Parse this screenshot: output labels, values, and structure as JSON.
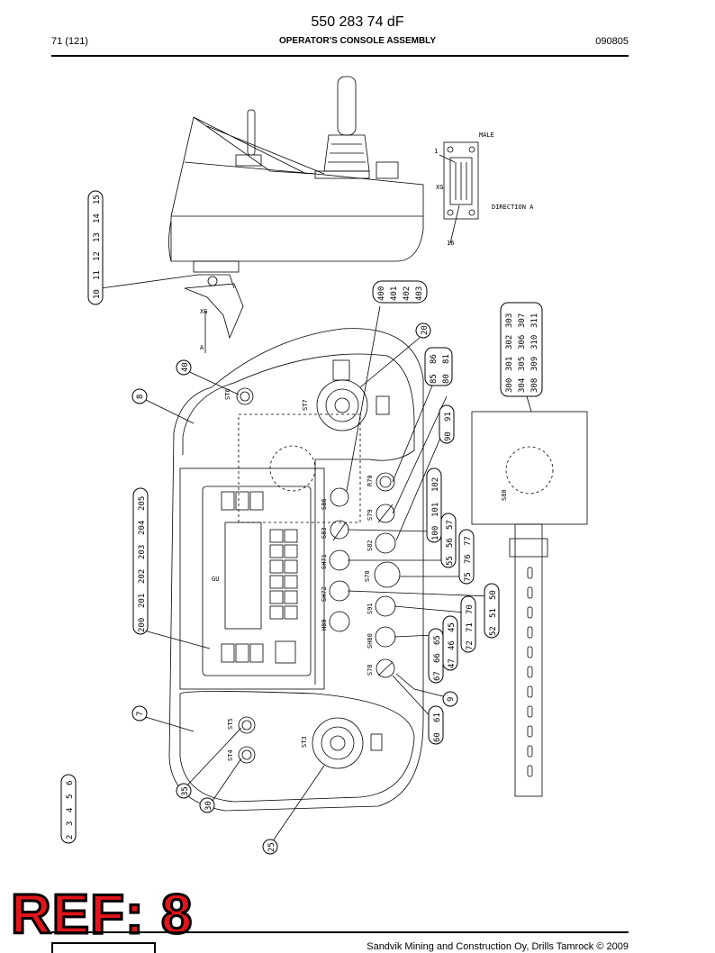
{
  "header": {
    "doc_number": "550 283 74 dF",
    "page_ref": "71 (121)",
    "title": "OPERATOR'S CONSOLE ASSEMBLY",
    "date": "090805"
  },
  "drawing": {
    "labels": {
      "xg_view": "XG",
      "arrow_a": "A",
      "direction": "DIRECTION A",
      "pin_1": "1",
      "pin_16": "16",
      "male": "MALE",
      "gu": "GU",
      "s80": "S80"
    },
    "balloon_groups": {
      "g10": [
        "10",
        "11",
        "12",
        "13",
        "14",
        "15"
      ],
      "g400": [
        "400",
        "401",
        "402",
        "403"
      ],
      "g300": [
        "300",
        "301",
        "302",
        "303"
      ],
      "g304": [
        "304",
        "305",
        "306",
        "307"
      ],
      "g308": [
        "308",
        "309",
        "310",
        "311"
      ],
      "g200": [
        "200",
        "201",
        "202",
        "203",
        "204",
        "205"
      ],
      "g2": [
        "2",
        "3",
        "4",
        "5",
        "6"
      ],
      "g85": [
        "85",
        "86"
      ],
      "g80": [
        "80",
        "81"
      ],
      "g90": [
        "90",
        "91"
      ],
      "g100": [
        "100",
        "101",
        "102"
      ],
      "g55": [
        "55",
        "56",
        "57"
      ],
      "g75": [
        "75",
        "76",
        "77"
      ],
      "g50": [
        "50",
        "51",
        "52"
      ],
      "g70": [
        "70",
        "71",
        "72"
      ],
      "g45": [
        "45",
        "46",
        "47"
      ],
      "g65": [
        "65",
        "66",
        "67"
      ],
      "g60": [
        "60",
        "61"
      ]
    },
    "single_balloons": {
      "b20": "20",
      "b40": "40",
      "b8": "8",
      "b7": "7",
      "b9": "9",
      "b35": "35",
      "b30": "30",
      "b25": "25"
    },
    "component_tags": {
      "st6": "ST6",
      "st7": "ST7",
      "r70": "R70",
      "s86": "S86",
      "s79": "S79",
      "s83": "S83",
      "s82": "S82",
      "sh71": "SH71",
      "s70": "S70",
      "sh72": "SH72",
      "s91": "S91",
      "h80": "H80",
      "sh80": "SH80",
      "s78": "S78",
      "st5": "ST5",
      "st4": "ST4",
      "st3": "ST3"
    }
  },
  "stamp": {
    "text": "REF: 8"
  },
  "footer": {
    "copyright": "Sandvik Mining and Construction Oy, Drills Tamrock © 2009"
  }
}
